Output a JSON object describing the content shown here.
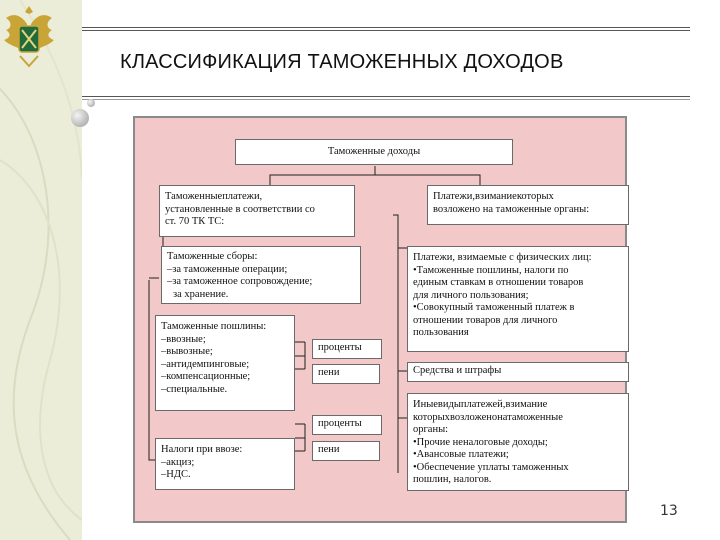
{
  "header": {
    "title": "КЛАССИФИКАЦИЯ ТАМОЖЕННЫХ ДОХОДОВ"
  },
  "footer": {
    "page_number": "13"
  },
  "diagram": {
    "root": "Таможенные доходы",
    "left_top": {
      "row1_a": "Таможенные",
      "row1_b": "платежи,",
      "row2": "установленные в соответствии со",
      "row3": "ст. 70  ТК ТС:"
    },
    "right_top": {
      "row1_a": "Платежи,",
      "row1_b": "взимание",
      "row1_c": "которых",
      "row2": "возложено на таможенные органы:"
    },
    "fees": {
      "lines": [
        "Таможенные сборы:",
        "–за таможенные операции;",
        "–за таможенное сопровождение;",
        "  за хранение."
      ]
    },
    "individuals": {
      "lines": [
        "Платежи, взимаемые с физических лиц:",
        "•Таможенные пошлины, налоги по",
        "единым ставкам в отношении товаров",
        "для личного пользования;",
        "•Совокупный таможенный платеж в",
        "отношении товаров для личного",
        "пользования"
      ]
    },
    "duties": {
      "lines": [
        "Таможенные пошлины:",
        "–ввозные;",
        "–вывозные;",
        "–антидемпинговые;",
        "–компенсационные;",
        "–специальные."
      ]
    },
    "interest_1": "проценты",
    "penalty_1": "пени",
    "funds": "Средства и штрафы",
    "interest_2": "проценты",
    "penalty_2": "пени",
    "import_taxes": {
      "lines": [
        "Налоги при ввозе:",
        "–акциз;",
        "–НДС."
      ]
    },
    "other": {
      "row1": [
        "Иные",
        "виды",
        "платежей,",
        "взимание"
      ],
      "row2": [
        "которых",
        "возложено",
        "на",
        "таможенные"
      ],
      "lines": [
        "органы:",
        "•Прочие неналоговые доходы;",
        "•Авансовые платежи;",
        "•Обеспечение уплаты таможенных",
        "пошлин, налогов."
      ]
    }
  },
  "colors": {
    "diagram_bg": "#f2c8c8",
    "left_bar": "#ebedd8"
  },
  "icons": [
    "coat-of-arms-emblem",
    "decorative-dot"
  ]
}
